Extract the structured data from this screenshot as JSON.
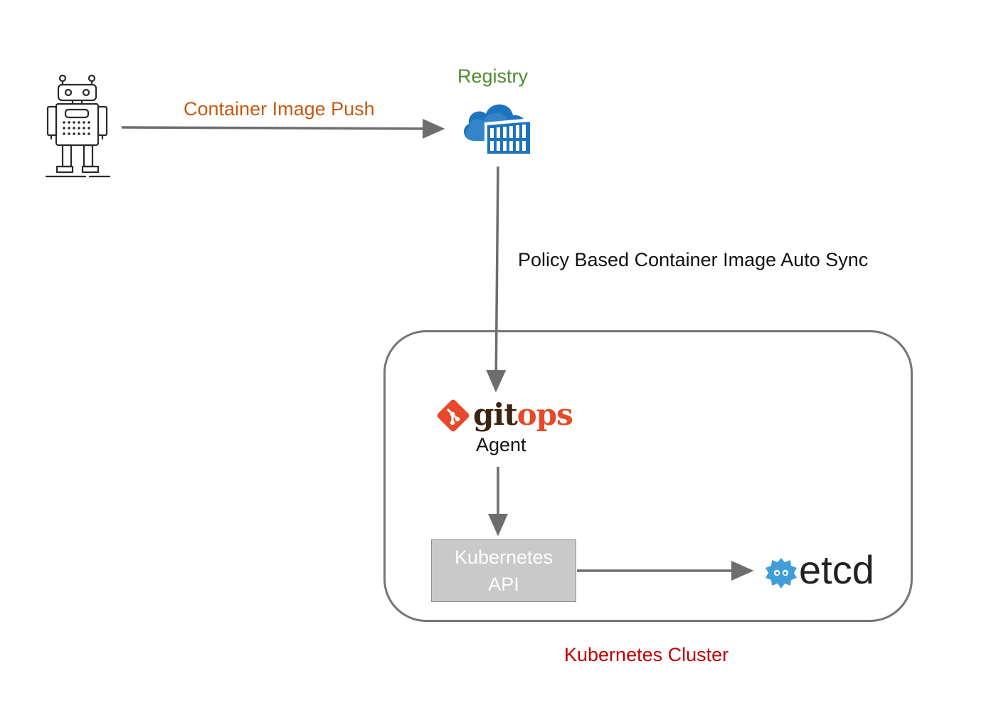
{
  "diagram": {
    "registry_label": "Registry",
    "push_label": "Container Image Push",
    "sync_label": "Policy Based Container Image Auto Sync",
    "cluster_label": "Kubernetes Cluster",
    "agent_label": "Agent",
    "gitops_logo": {
      "git": "git",
      "ops": "ops"
    },
    "k8s_api_label": "Kubernetes\nAPI",
    "etcd_label": "etcd"
  },
  "icons": {
    "ci_bot": "robot-icon",
    "registry": "container-registry-cloud-icon",
    "gitops": "git-diamond-icon",
    "etcd": "etcd-gear-icon"
  },
  "colors": {
    "registry_label": "#4e8a2d",
    "push_label": "#c55a11",
    "cluster_label": "#c00000",
    "arrow": "#6d6d6d",
    "gitops_git": "#3b2411",
    "gitops_ops": "#e8492b",
    "registry_icon": "#1e73be",
    "etcd_icon": "#419eda"
  }
}
